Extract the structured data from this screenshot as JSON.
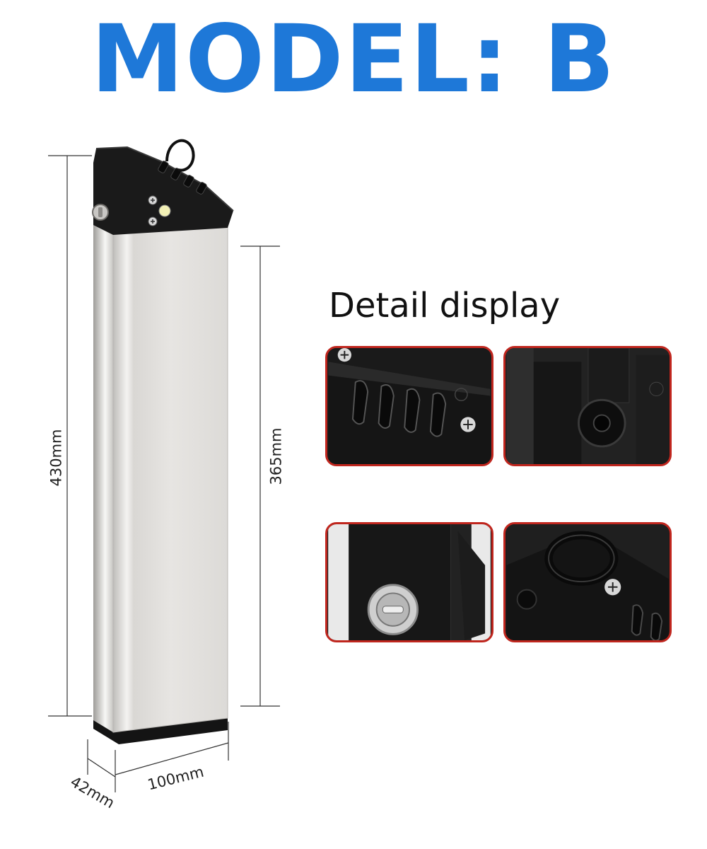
{
  "title": {
    "text": "MODEL: B",
    "color": "#1e78d8"
  },
  "detail": {
    "heading": "Detail display"
  },
  "dimensions": {
    "total_length": "430mm",
    "body_length": "365mm",
    "width": "100mm",
    "depth": "42mm"
  },
  "detail_panels": [
    {
      "name": "connector-pins-closeup"
    },
    {
      "name": "side-socket-closeup"
    },
    {
      "name": "key-lock-closeup"
    },
    {
      "name": "handle-ring-closeup"
    }
  ],
  "colors": {
    "panel_border": "#c0261e",
    "battery_casing": "#e4e2df",
    "battery_cap": "#1a1a1a"
  }
}
